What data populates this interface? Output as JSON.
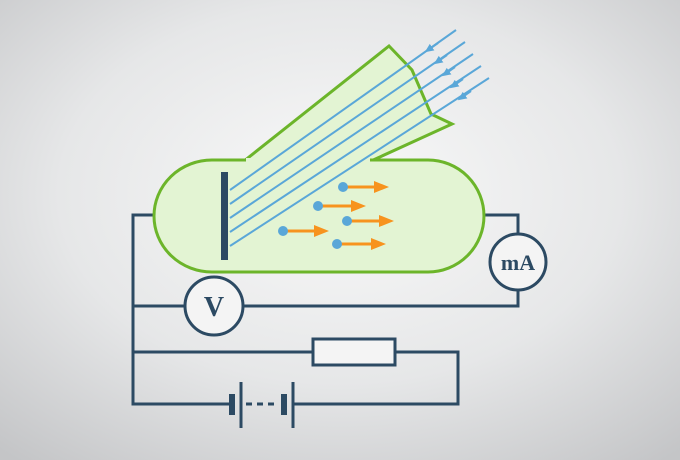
{
  "diagram": {
    "title": "",
    "meters": {
      "voltmeter": {
        "symbol": "V"
      },
      "ammeter": {
        "symbol": "mA"
      }
    },
    "colors": {
      "background_center": "#f9f9f9",
      "background_edge": "#c9cacb",
      "wire": "#2c4a63",
      "tube_fill": "#e3f4d3",
      "tube_stroke": "#6cb52a",
      "light_ray": "#5aa7d8",
      "electron": "#5aa7d8",
      "electron_arrow": "#f7931e",
      "meter_fill": "#f4f4f4"
    },
    "components": {
      "light_source": "incident-light",
      "cathode": "metal-plate",
      "electrons": "photoelectrons",
      "resistor": "rheostat",
      "battery": "battery-cells"
    }
  }
}
